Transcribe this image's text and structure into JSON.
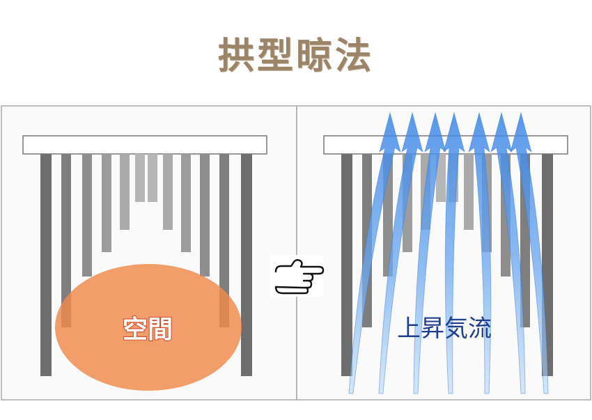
{
  "title": "拱型晾法",
  "left_panel": {
    "label": "空間"
  },
  "right_panel": {
    "label": "上昇気流"
  },
  "pointer_icon": "pointing-hand-icon",
  "colors": {
    "title": "#9b8468",
    "panel_bg": "#fafafa",
    "panel_border": "#a8a8a8",
    "bar_dark": "#6e6e6e",
    "space_fill": "#f08a4b",
    "space_text_stroke": "#d2502e",
    "arrow_fill": "#4a90e8",
    "flow_text": "#1f3f8e"
  }
}
